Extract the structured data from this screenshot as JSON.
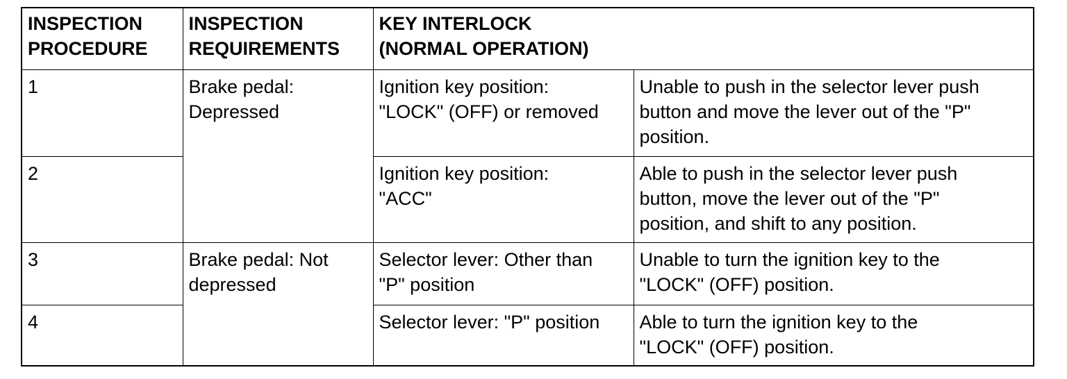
{
  "table": {
    "headers": {
      "procedure": "INSPECTION\nPROCEDURE",
      "requirements": "INSPECTION\nREQUIREMENTS",
      "key_interlock": "KEY INTERLOCK\n(NORMAL OPERATION)"
    },
    "rows": [
      {
        "procedure": "1",
        "requirement": "Brake pedal:\nDepressed",
        "condition": "Ignition key position:\n\"LOCK\" (OFF) or removed",
        "result": "Unable to push in the selector lever push\nbutton and move the lever out of the \"P\"\nposition."
      },
      {
        "procedure": "2",
        "condition": "Ignition key position:\n\"ACC\"",
        "result": "Able to push in the selector lever push\nbutton, move the lever out of the \"P\"\nposition, and shift to any position."
      },
      {
        "procedure": "3",
        "requirement": "Brake pedal: Not\ndepressed",
        "condition": "Selector lever: Other than\n\"P\" position",
        "result": "Unable to turn the ignition key to the\n\"LOCK\" (OFF) position."
      },
      {
        "procedure": "4",
        "condition": "Selector lever: \"P\" position",
        "result": "Able to turn the ignition key to the\n\"LOCK\" (OFF) position."
      }
    ]
  }
}
